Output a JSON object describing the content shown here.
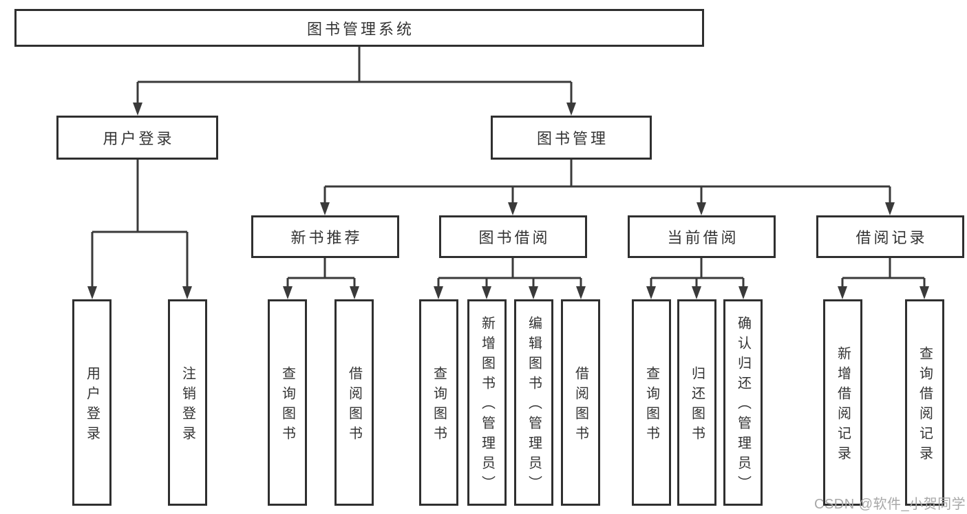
{
  "diagram": {
    "root": {
      "label": "图书管理系统"
    },
    "level2": [
      {
        "label": "用户登录"
      },
      {
        "label": "图书管理"
      }
    ],
    "level3": [
      {
        "label": "新书推荐"
      },
      {
        "label": "图书借阅"
      },
      {
        "label": "当前借阅"
      },
      {
        "label": "借阅记录"
      }
    ],
    "leaves": [
      {
        "label": "用户登录"
      },
      {
        "label": "注销登录"
      },
      {
        "label": "查询图书"
      },
      {
        "label": "借阅图书"
      },
      {
        "label": "查询图书"
      },
      {
        "label": "新增图书（管理员）"
      },
      {
        "label": "编辑图书（管理员）"
      },
      {
        "label": "借阅图书"
      },
      {
        "label": "查询图书"
      },
      {
        "label": "归还图书"
      },
      {
        "label": "确认归还（管理员）"
      },
      {
        "label": "新增借阅记录"
      },
      {
        "label": "查询借阅记录"
      }
    ],
    "watermark": "CSDN @软件_小贺同学",
    "colors": {
      "line": "#3a3a3a",
      "box_border": "#2f2f2f",
      "text": "#333333",
      "watermark": "#a8a8a8",
      "background": "#ffffff"
    }
  }
}
